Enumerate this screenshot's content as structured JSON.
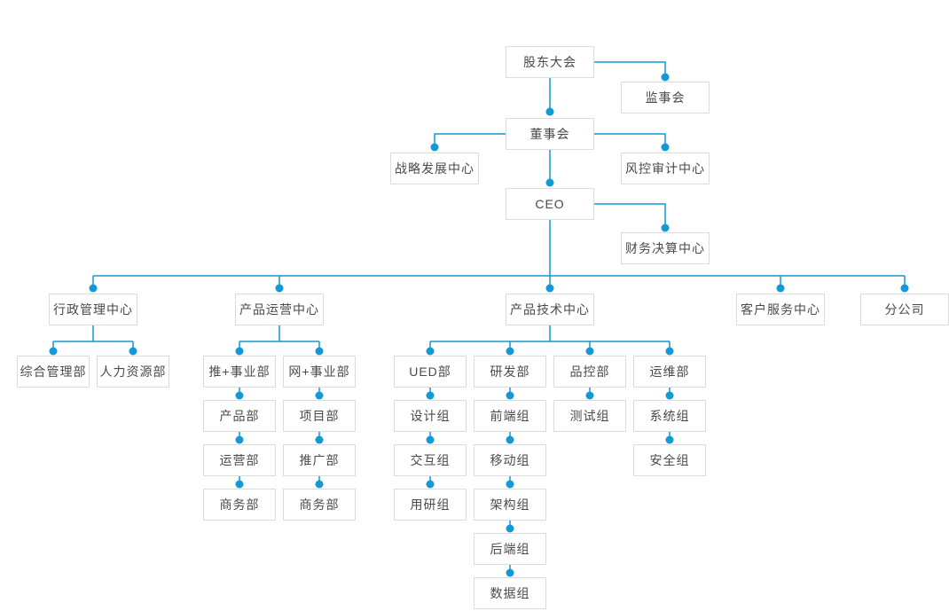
{
  "diagram": {
    "type": "org-chart",
    "accent_color": "#1499d6",
    "box_border_color": "#dcdcdc",
    "text_color": "#4a4a4a",
    "nodes": {
      "shareholders_meeting": "股东大会",
      "supervisory_board": "监事会",
      "board_of_directors": "董事会",
      "strategy_dev_center": "战略发展中心",
      "risk_audit_center": "风控审计中心",
      "ceo": "CEO",
      "finance_center": "财务决算中心",
      "admin_center": "行政管理中心",
      "product_ops_center": "产品运营中心",
      "product_tech_center": "产品技术中心",
      "customer_service_center": "客户服务中心",
      "branch_company": "分公司",
      "general_mgmt_dept": "综合管理部",
      "hr_dept": "人力资源部",
      "tui_plus_division": "推+事业部",
      "wang_plus_division": "网+事业部",
      "product_dept": "产品部",
      "project_dept": "项目部",
      "operations_dept": "运营部",
      "promotion_dept": "推广部",
      "business_dept_left": "商务部",
      "business_dept_right": "商务部",
      "ued_dept": "UED部",
      "rnd_dept": "研发部",
      "qc_dept": "品控部",
      "maintenance_dept": "运维部",
      "design_group": "设计组",
      "interaction_group": "交互组",
      "user_research_group": "用研组",
      "frontend_group": "前端组",
      "mobile_group": "移动组",
      "architecture_group": "架构组",
      "backend_group": "后端组",
      "data_group": "数据组",
      "test_group": "测试组",
      "system_group": "系统组",
      "security_group": "安全组"
    },
    "edges": [
      [
        "shareholders_meeting",
        "supervisory_board"
      ],
      [
        "shareholders_meeting",
        "board_of_directors"
      ],
      [
        "board_of_directors",
        "strategy_dev_center"
      ],
      [
        "board_of_directors",
        "risk_audit_center"
      ],
      [
        "board_of_directors",
        "ceo"
      ],
      [
        "ceo",
        "finance_center"
      ],
      [
        "ceo",
        "admin_center"
      ],
      [
        "ceo",
        "product_ops_center"
      ],
      [
        "ceo",
        "product_tech_center"
      ],
      [
        "ceo",
        "customer_service_center"
      ],
      [
        "ceo",
        "branch_company"
      ],
      [
        "admin_center",
        "general_mgmt_dept"
      ],
      [
        "admin_center",
        "hr_dept"
      ],
      [
        "product_ops_center",
        "tui_plus_division"
      ],
      [
        "product_ops_center",
        "wang_plus_division"
      ],
      [
        "tui_plus_division",
        "product_dept"
      ],
      [
        "product_dept",
        "operations_dept"
      ],
      [
        "operations_dept",
        "business_dept_left"
      ],
      [
        "wang_plus_division",
        "project_dept"
      ],
      [
        "project_dept",
        "promotion_dept"
      ],
      [
        "promotion_dept",
        "business_dept_right"
      ],
      [
        "product_tech_center",
        "ued_dept"
      ],
      [
        "product_tech_center",
        "rnd_dept"
      ],
      [
        "product_tech_center",
        "qc_dept"
      ],
      [
        "product_tech_center",
        "maintenance_dept"
      ],
      [
        "ued_dept",
        "design_group"
      ],
      [
        "design_group",
        "interaction_group"
      ],
      [
        "interaction_group",
        "user_research_group"
      ],
      [
        "rnd_dept",
        "frontend_group"
      ],
      [
        "frontend_group",
        "mobile_group"
      ],
      [
        "mobile_group",
        "architecture_group"
      ],
      [
        "architecture_group",
        "backend_group"
      ],
      [
        "backend_group",
        "data_group"
      ],
      [
        "qc_dept",
        "test_group"
      ],
      [
        "maintenance_dept",
        "system_group"
      ],
      [
        "system_group",
        "security_group"
      ]
    ]
  }
}
